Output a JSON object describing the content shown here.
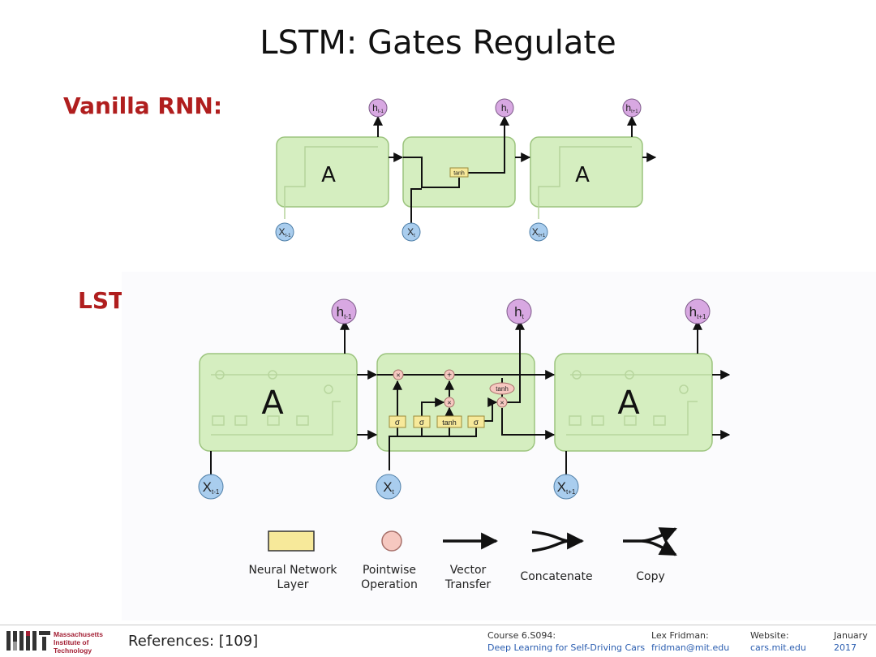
{
  "slide": {
    "title": "LSTM: Gates Regulate",
    "vanilla_label": "Vanilla RNN:",
    "lstm_label": "LSTM:"
  },
  "vanilla_rnn": {
    "cell_label": "A",
    "op_label": "tanh",
    "outputs": [
      {
        "main": "h",
        "sub": "t-1"
      },
      {
        "main": "h",
        "sub": "t"
      },
      {
        "main": "h",
        "sub": "t+1"
      }
    ],
    "inputs": [
      {
        "main": "X",
        "sub": "t-1"
      },
      {
        "main": "X",
        "sub": "t"
      },
      {
        "main": "X",
        "sub": "t+1"
      }
    ]
  },
  "lstm": {
    "cell_label": "A",
    "layers": [
      "σ",
      "σ",
      "tanh",
      "σ"
    ],
    "pointwise": [
      "×",
      "+",
      "×",
      "×"
    ],
    "pointwise_tanh": "tanh",
    "outputs": [
      {
        "main": "h",
        "sub": "t-1"
      },
      {
        "main": "h",
        "sub": "t"
      },
      {
        "main": "h",
        "sub": "t+1"
      }
    ],
    "inputs": [
      {
        "main": "X",
        "sub": "t-1"
      },
      {
        "main": "X",
        "sub": "t"
      },
      {
        "main": "X",
        "sub": "t+1"
      }
    ]
  },
  "legend": [
    {
      "label_line1": "Neural Network",
      "label_line2": "Layer",
      "icon": "nn-layer-icon"
    },
    {
      "label_line1": "Pointwise",
      "label_line2": "Operation",
      "icon": "pointwise-op-icon"
    },
    {
      "label_line1": "Vector",
      "label_line2": "Transfer",
      "icon": "vector-transfer-icon"
    },
    {
      "label_line1": "Concatenate",
      "label_line2": "",
      "icon": "concatenate-icon"
    },
    {
      "label_line1": "Copy",
      "label_line2": "",
      "icon": "copy-icon"
    }
  ],
  "footer": {
    "mit_name_1": "Massachusetts",
    "mit_name_2": "Institute of",
    "mit_name_3": "Technology",
    "references": "References: [109]",
    "course_label": "Course 6.S094:",
    "course_value": "Deep Learning for Self-Driving Cars",
    "author_label": "Lex Fridman:",
    "author_value": "fridman@mit.edu",
    "website_label": "Website:",
    "website_value": "cars.mit.edu",
    "date_label": "January",
    "date_value": "2017"
  },
  "colors": {
    "cell_fill": "#d5eec0",
    "cell_stroke": "#9cc47e",
    "input_fill": "#a9cdee",
    "output_fill": "#d8a8e2",
    "layer_fill": "#f7e99a",
    "pointwise_fill": "#f6c8c0",
    "label_red": "#b01e1e"
  }
}
